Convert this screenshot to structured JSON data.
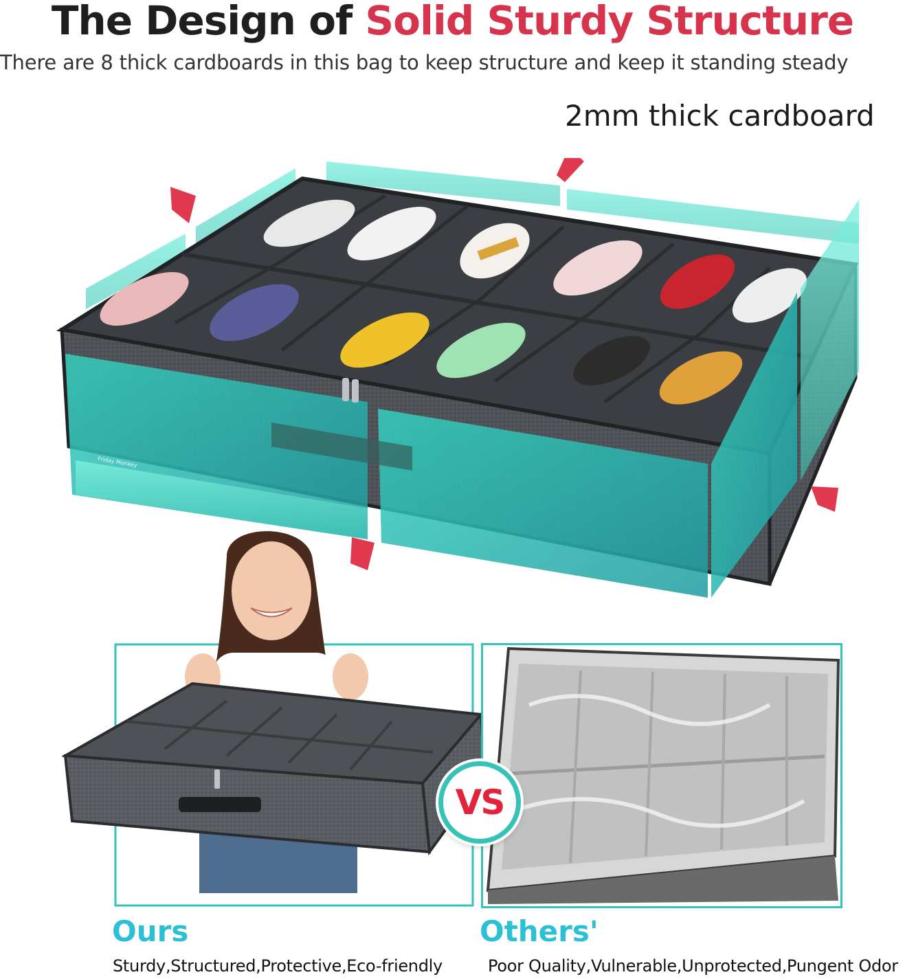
{
  "header": {
    "title_part1": "The Design of",
    "title_part2": "Solid Sturdy Structure",
    "subtitle": "There are 8 thick cardboards in this bag to keep structure and keep it standing steady"
  },
  "callout": {
    "label": "2mm thick cardboard"
  },
  "colors": {
    "accent_red": "#d6344d",
    "teal": "#2cc0d4",
    "panel_teal": "#2fb6a4",
    "vs_red": "#e2233a"
  },
  "product": {
    "brand_tag": "Friday Monkey"
  },
  "comparison": {
    "vs_label": "VS",
    "ours": {
      "title": "Ours",
      "description": "Sturdy,Structured,Protective,Eco-friendly"
    },
    "others": {
      "title": "Others'",
      "description": "Poor Quality,Vulnerable,Unprotected,Pungent Odor"
    }
  },
  "icons": [
    "arrow-icon",
    "zipper-icon",
    "handle-icon"
  ]
}
